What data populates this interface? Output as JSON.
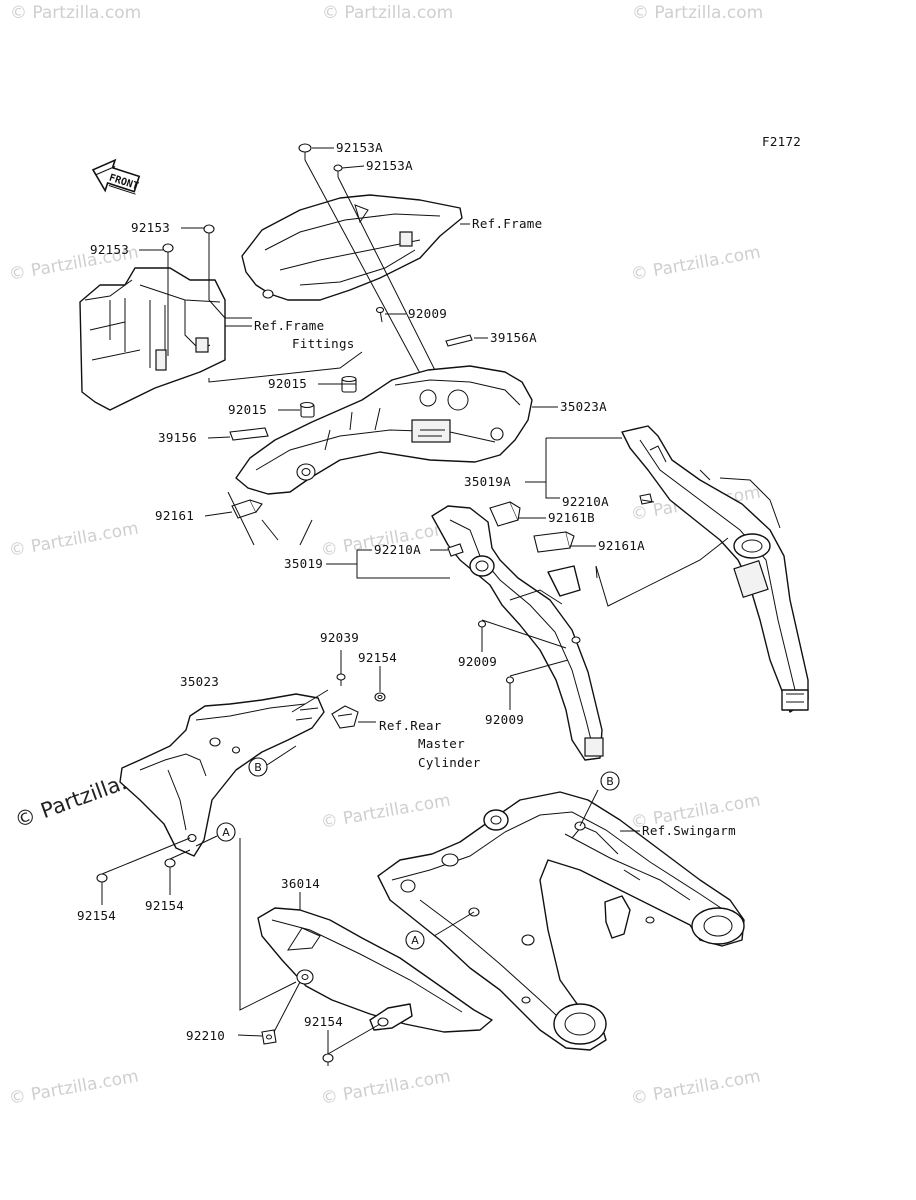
{
  "diagram_code": "F2172",
  "watermark": "© Partzilla.com",
  "front_arrow_label": "FRONT",
  "callouts": [
    {
      "id": "92153A-top",
      "text": "92153A"
    },
    {
      "id": "92153A-second",
      "text": "92153A"
    },
    {
      "id": "ref-frame",
      "text": "Ref.Frame"
    },
    {
      "id": "92153-top",
      "text": "92153"
    },
    {
      "id": "92153-second",
      "text": "92153"
    },
    {
      "id": "ref-frame-fittings-1",
      "text": "Ref.Frame"
    },
    {
      "id": "ref-frame-fittings-2",
      "text": "Fittings"
    },
    {
      "id": "92009-top",
      "text": "92009"
    },
    {
      "id": "39156A",
      "text": "39156A"
    },
    {
      "id": "92015-right",
      "text": "92015"
    },
    {
      "id": "92015-left",
      "text": "92015"
    },
    {
      "id": "35023A",
      "text": "35023A"
    },
    {
      "id": "39156",
      "text": "39156"
    },
    {
      "id": "35019A",
      "text": "35019A"
    },
    {
      "id": "92210A-right",
      "text": "92210A"
    },
    {
      "id": "92161",
      "text": "92161"
    },
    {
      "id": "92161B",
      "text": "92161B"
    },
    {
      "id": "92161A",
      "text": "92161A"
    },
    {
      "id": "92210A-center",
      "text": "92210A"
    },
    {
      "id": "35019",
      "text": "35019"
    },
    {
      "id": "92009-mid",
      "text": "92009"
    },
    {
      "id": "92009-low",
      "text": "92009"
    },
    {
      "id": "92039",
      "text": "92039"
    },
    {
      "id": "92154-top",
      "text": "92154"
    },
    {
      "id": "35023",
      "text": "35023"
    },
    {
      "id": "ref-rear-1",
      "text": "Ref.Rear"
    },
    {
      "id": "ref-rear-2",
      "text": "Master"
    },
    {
      "id": "ref-rear-3",
      "text": "Cylinder"
    },
    {
      "id": "ref-swingarm",
      "text": "Ref.Swingarm"
    },
    {
      "id": "92154-left",
      "text": "92154"
    },
    {
      "id": "92154-mid",
      "text": "92154"
    },
    {
      "id": "36014",
      "text": "36014"
    },
    {
      "id": "92210",
      "text": "92210"
    },
    {
      "id": "92154-bottom",
      "text": "92154"
    }
  ],
  "circle_markers": [
    {
      "id": "B-upper",
      "text": "B"
    },
    {
      "id": "A-left",
      "text": "A"
    },
    {
      "id": "B-right",
      "text": "B"
    },
    {
      "id": "A-swingarm",
      "text": "A"
    }
  ]
}
